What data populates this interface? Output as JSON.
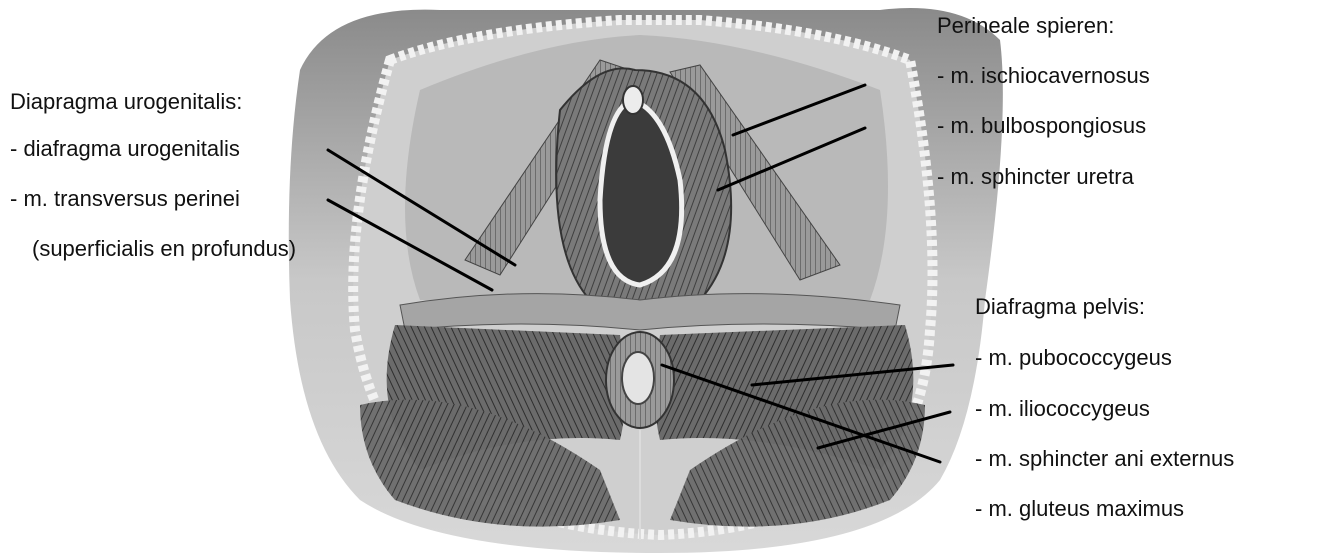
{
  "labels": {
    "urogenital_heading": "Diapragma urogenitalis:",
    "urogenital_1": "- diafragma urogenitalis",
    "urogenital_2": "- m. transversus perinei",
    "urogenital_3": "(superficialis en profundus)",
    "perineal_heading": "Perineale spieren:",
    "perineal_1": "- m. ischiocavernosus",
    "perineal_2": "- m. bulbospongiosus",
    "perineal_3": "- m. sphincter uretra",
    "pelvis_heading": "Diafragma pelvis:",
    "pelvis_1": "- m. pubococcygeus",
    "pelvis_2": "- m. iliococcygeus",
    "pelvis_3": "- m. sphincter ani externus",
    "pelvis_4": "- m. gluteus maximus"
  },
  "colors": {
    "leader": "#000000",
    "text": "#111111",
    "tissue": "#bdbdbd",
    "muscle": "#6f6f6f",
    "shadow": "#3a3a3a"
  }
}
